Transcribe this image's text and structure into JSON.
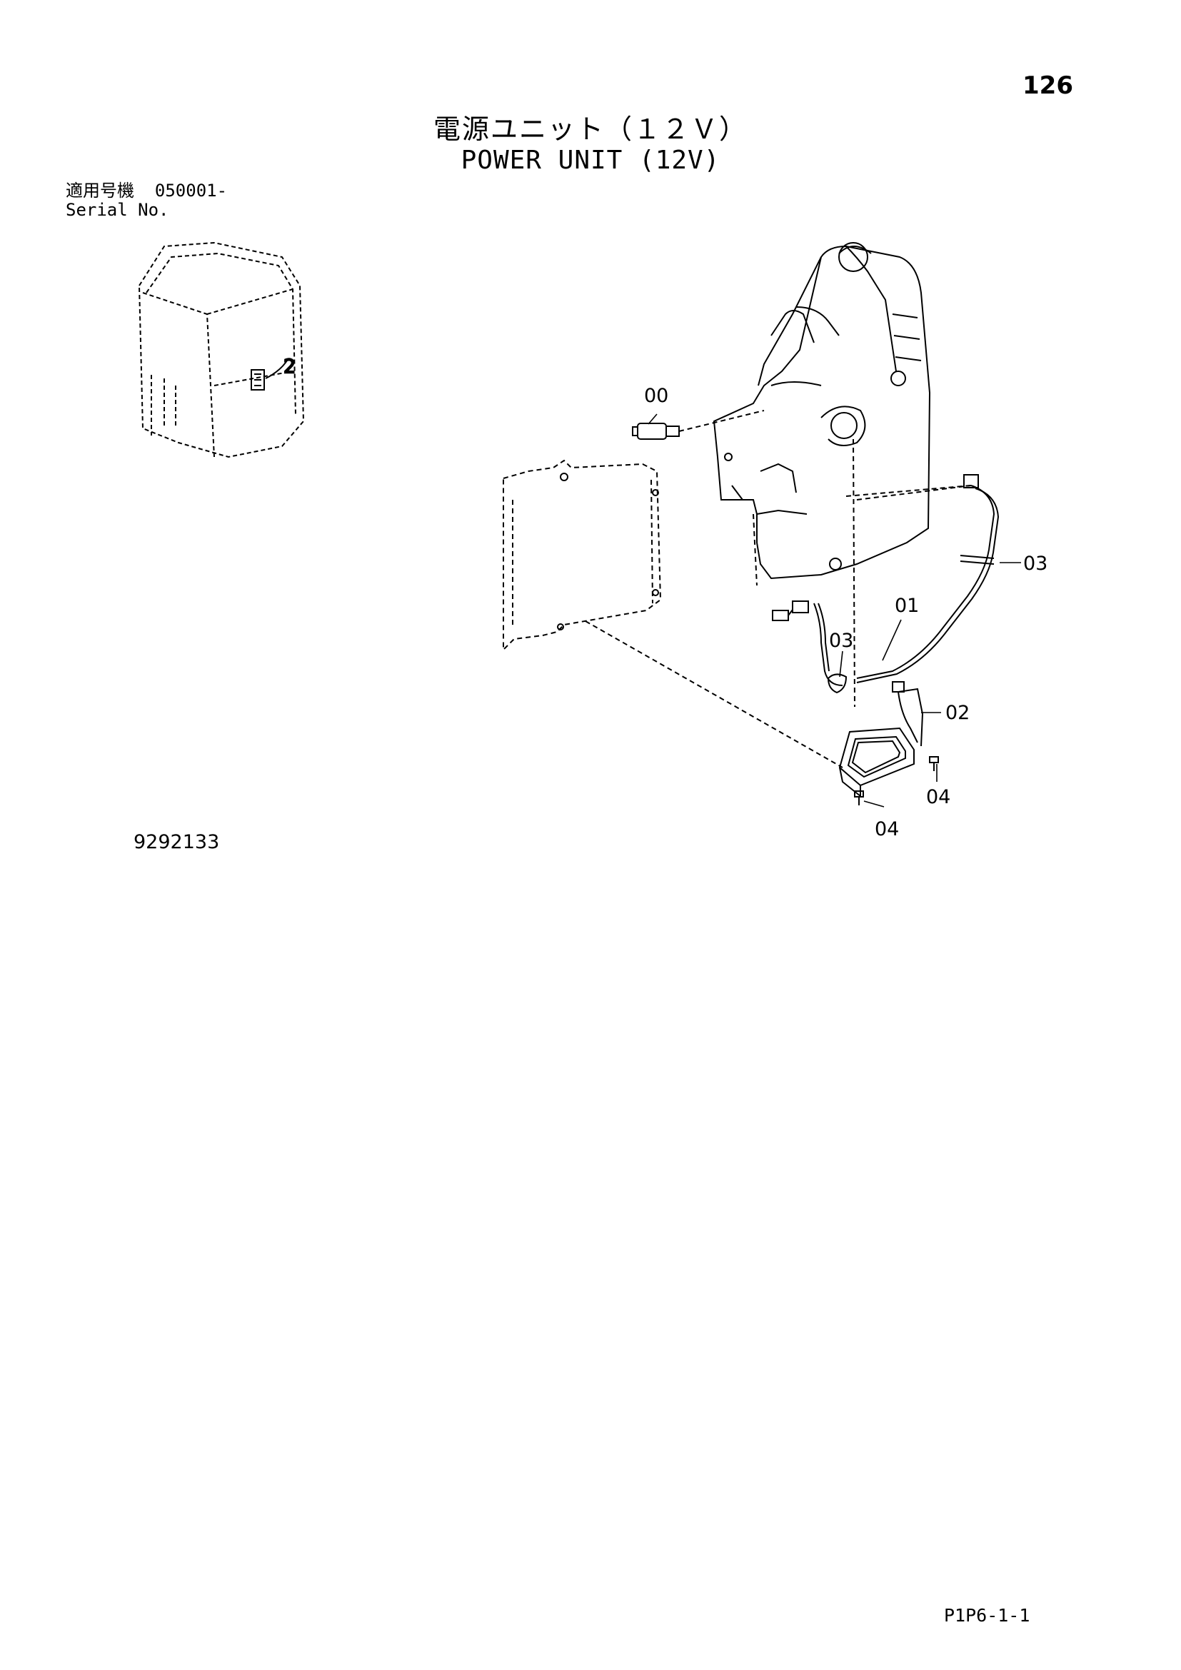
{
  "page": {
    "number": "126",
    "title_jp": "電源ユニット（１２Ｖ）",
    "title_en": "POWER UNIT (12V)",
    "serial": {
      "label_jp": "適用号機",
      "value": "050001-",
      "label_en": "Serial No."
    },
    "drawing_number": "9292133",
    "page_code": "P1P6-1-1"
  },
  "callouts": {
    "c00": "00",
    "c01": "01",
    "c02": "02",
    "c03_right": "03",
    "c03_left": "03",
    "c04_right": "04",
    "c04_bottom": "04"
  },
  "icons": [
    "cab-locator-icon",
    "console-panel-drawing",
    "power-unit-drawing"
  ]
}
